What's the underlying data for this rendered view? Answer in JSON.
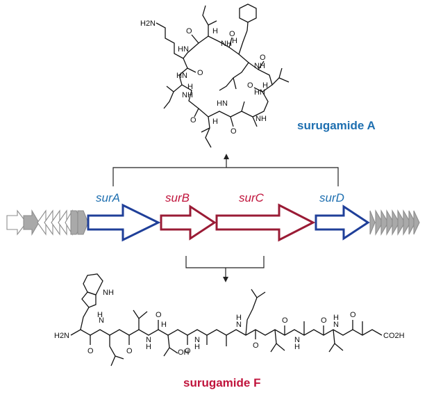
{
  "colors": {
    "blue": "#1f3f99",
    "red": "#9a1b35",
    "gray": "#a9a9a9",
    "name_blue": "#1e6fb0",
    "name_red": "#c0143c",
    "bond": "#111111"
  },
  "compounds": {
    "a": "surugamide A",
    "f": "surugamide F"
  },
  "genes": [
    {
      "label": "surA",
      "color": "#1f3f99"
    },
    {
      "label": "surB",
      "color": "#9a1b35"
    },
    {
      "label": "surC",
      "color": "#9a1b35"
    },
    {
      "label": "surD",
      "color": "#1f3f99"
    }
  ],
  "atoms": {
    "h2n": "H2N",
    "hn": "HN",
    "nh": "NH",
    "n": "N",
    "h": "H",
    "o": "O",
    "oh": "OH",
    "co2h": "CO2H"
  }
}
